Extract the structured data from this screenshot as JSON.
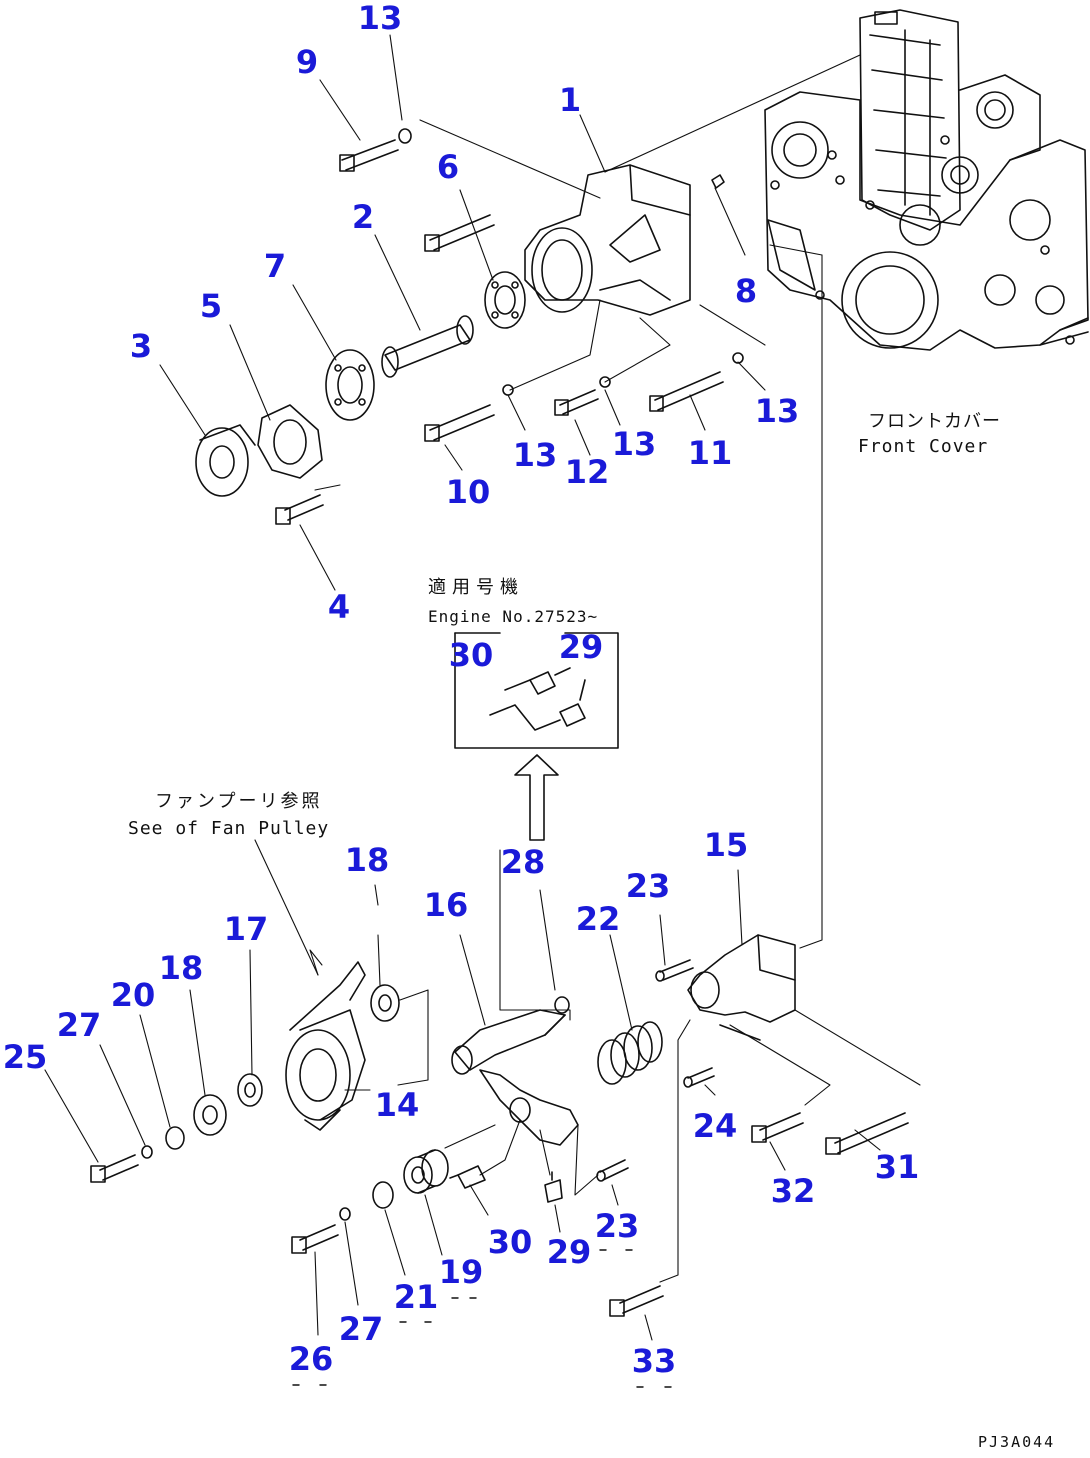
{
  "labels": {
    "front_cover_jp": "フロントカバー",
    "front_cover_en": "Front Cover",
    "applicable_jp": "適用号機",
    "engine_no": "Engine No.27523~",
    "fan_pulley_jp": "ファンプーリ参照",
    "fan_pulley_en": "See of Fan Pulley",
    "drawing_code": "PJ3A044"
  },
  "callouts": [
    {
      "id": "c13a",
      "text": "13"
    },
    {
      "id": "c9",
      "text": "9"
    },
    {
      "id": "c1",
      "text": "1"
    },
    {
      "id": "c6",
      "text": "6"
    },
    {
      "id": "c2",
      "text": "2"
    },
    {
      "id": "c7",
      "text": "7"
    },
    {
      "id": "c5",
      "text": "5"
    },
    {
      "id": "c3",
      "text": "3"
    },
    {
      "id": "c8",
      "text": "8"
    },
    {
      "id": "c13b",
      "text": "13"
    },
    {
      "id": "c13c",
      "text": "13"
    },
    {
      "id": "c12",
      "text": "12"
    },
    {
      "id": "c13d",
      "text": "13"
    },
    {
      "id": "c11",
      "text": "11"
    },
    {
      "id": "c10",
      "text": "10"
    },
    {
      "id": "c4",
      "text": "4"
    },
    {
      "id": "c30a",
      "text": "30"
    },
    {
      "id": "c29a",
      "text": "29"
    },
    {
      "id": "c18a",
      "text": "18"
    },
    {
      "id": "c16",
      "text": "16"
    },
    {
      "id": "c28",
      "text": "28"
    },
    {
      "id": "c15",
      "text": "15"
    },
    {
      "id": "c23a",
      "text": "23"
    },
    {
      "id": "c22",
      "text": "22"
    },
    {
      "id": "c17",
      "text": "17"
    },
    {
      "id": "c18b",
      "text": "18"
    },
    {
      "id": "c20",
      "text": "20"
    },
    {
      "id": "c27a",
      "text": "27"
    },
    {
      "id": "c25",
      "text": "25"
    },
    {
      "id": "c14",
      "text": "14"
    },
    {
      "id": "c24",
      "text": "24"
    },
    {
      "id": "c32",
      "text": "32"
    },
    {
      "id": "c31",
      "text": "31"
    },
    {
      "id": "c30b",
      "text": "30"
    },
    {
      "id": "c29b",
      "text": "29"
    },
    {
      "id": "c23b",
      "text": "23"
    },
    {
      "id": "c19",
      "text": "19"
    },
    {
      "id": "c21",
      "text": "21"
    },
    {
      "id": "c27b",
      "text": "27"
    },
    {
      "id": "c26",
      "text": "26"
    },
    {
      "id": "c33",
      "text": "33"
    }
  ]
}
